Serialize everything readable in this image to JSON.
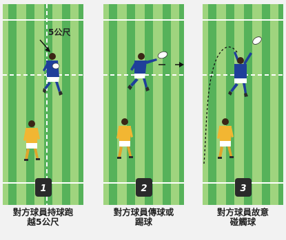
{
  "colors": {
    "field_light": "#9fd47e",
    "field_dark": "#56b25a",
    "opponent_jersey": "#1f3f9a",
    "defender_jersey": "#f2b632",
    "badge": "#2a2a2a",
    "line": "#ffffff"
  },
  "panels": [
    {
      "number": "1",
      "caption_line1": "對方球員持球跑",
      "caption_line2": "越5公尺",
      "distance_label": "5公尺",
      "icons": [
        "opponent-runner-icon",
        "defender-icon",
        "distance-arrow-icon"
      ]
    },
    {
      "number": "2",
      "caption_line1": "對方球員傳球或",
      "caption_line2": "踢球",
      "icons": [
        "opponent-passer-icon",
        "ball-icon",
        "pass-arrow-icon",
        "defender-icon"
      ]
    },
    {
      "number": "3",
      "caption_line1": "對方球員故意",
      "caption_line2": "碰觸球",
      "icons": [
        "opponent-catcher-icon",
        "ball-icon",
        "ball-trajectory-icon",
        "defender-icon"
      ]
    }
  ]
}
